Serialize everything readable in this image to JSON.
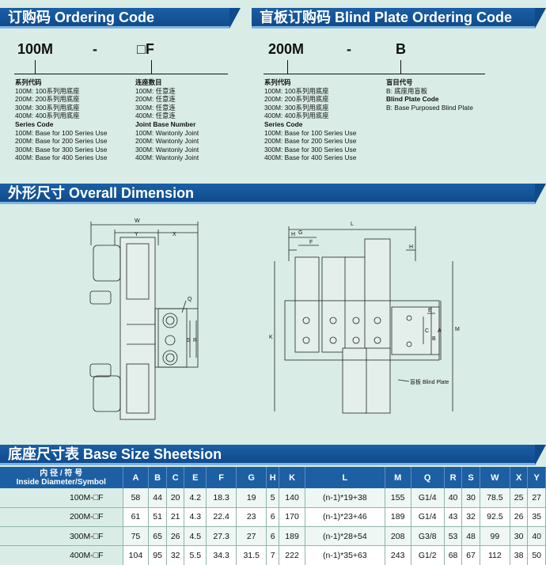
{
  "sections": {
    "ordering_title": "订购码 Ordering Code",
    "blind_title": "盲板订购码 Blind Plate Ordering Code",
    "dimension_title": "外形尺寸 Overall Dimension",
    "table_title": "底座尺寸表 Base Size Sheetsion"
  },
  "ordering": {
    "code_series": "100M",
    "code_dash": "-",
    "code_suffix": "□F",
    "series_lines": [
      "系列代码",
      "100M: 100系列用底座",
      "200M: 200系列用底座",
      "300M: 300系列用底座",
      "400M: 400系列用底座",
      "Series Code",
      "100M: Base for 100 Series Use",
      "200M: Base for 200 Series Use",
      "300M: Base for 300 Series Use",
      "400M: Base for 400 Series Use"
    ],
    "joint_lines": [
      "连座数目",
      "100M: 任意连",
      "200M: 任意连",
      "300M: 任意连",
      "400M: 任意连",
      "Joint Base Number",
      "100M: Wantonly Joint",
      "200M: Wantonly Joint",
      "300M: Wantonly Joint",
      "400M: Wantonly Joint"
    ]
  },
  "blind": {
    "code_series": "200M",
    "code_dash": "-",
    "code_suffix": "B",
    "series_lines": [
      "系列代码",
      "100M: 100系列用底座",
      "200M: 200系列用底座",
      "300M: 300系列用底座",
      "400M: 400系列用底座",
      "Series Code",
      "100M: Base for 100 Series Use",
      "200M: Base for 200 Series Use",
      "300M: Base for 300 Series Use",
      "400M: Base for 400 Series Use"
    ],
    "blind_lines": [
      "盲目代号",
      "B: 底座用盲板",
      "Blind Plate Code",
      "B: Base Purposed Blind Plate"
    ]
  },
  "diagram": {
    "left_labels": [
      "W",
      "Y",
      "X",
      "Q",
      "S",
      "R"
    ],
    "right_labels": [
      "L",
      "H",
      "G",
      "F",
      "H",
      "K",
      "M",
      "A",
      "C",
      "B",
      "E"
    ],
    "blind_plate_label": "盲板 Blind Plate"
  },
  "table": {
    "symbol_header_cn": "内 径 / 符 号",
    "symbol_header_en": "Inside Diameter/Symbol",
    "columns": [
      "A",
      "B",
      "C",
      "E",
      "F",
      "G",
      "H",
      "K",
      "L",
      "M",
      "Q",
      "R",
      "S",
      "W",
      "X",
      "Y"
    ],
    "rows": [
      {
        "symbol": "100M-□F",
        "values": [
          "58",
          "44",
          "20",
          "4.2",
          "18.3",
          "19",
          "5",
          "140",
          "(n-1)*19+38",
          "155",
          "G1/4",
          "40",
          "30",
          "78.5",
          "25",
          "27"
        ]
      },
      {
        "symbol": "200M-□F",
        "values": [
          "61",
          "51",
          "21",
          "4.3",
          "22.4",
          "23",
          "6",
          "170",
          "(n-1)*23+46",
          "189",
          "G1/4",
          "43",
          "32",
          "92.5",
          "26",
          "35"
        ]
      },
      {
        "symbol": "300M-□F",
        "values": [
          "75",
          "65",
          "26",
          "4.5",
          "27.3",
          "27",
          "6",
          "189",
          "(n-1)*28+54",
          "208",
          "G3/8",
          "53",
          "48",
          "99",
          "30",
          "40"
        ]
      },
      {
        "symbol": "400M-□F",
        "values": [
          "104",
          "95",
          "32",
          "5.5",
          "34.3",
          "31.5",
          "7",
          "222",
          "(n-1)*35+63",
          "243",
          "G1/2",
          "68",
          "67",
          "112",
          "38",
          "50"
        ]
      }
    ]
  }
}
